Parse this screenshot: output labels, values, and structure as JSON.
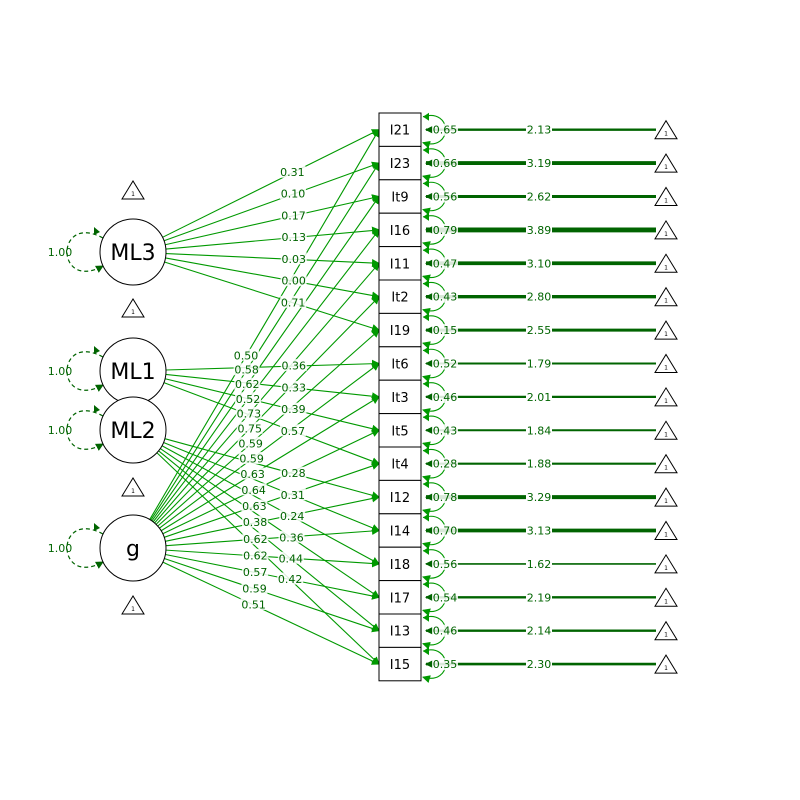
{
  "colors": {
    "path": "#009900",
    "dark": "#006400",
    "node_stroke": "#000000",
    "background": "#ffffff"
  },
  "triangle_label": "1",
  "latents": [
    {
      "id": "ML3",
      "label": "ML3",
      "variance": "1.00"
    },
    {
      "id": "ML1",
      "label": "ML1",
      "variance": "1.00"
    },
    {
      "id": "ML2",
      "label": "ML2",
      "variance": "1.00"
    },
    {
      "id": "g",
      "label": "g",
      "variance": "1.00"
    }
  ],
  "items": [
    {
      "label": "I21",
      "residual": "0.65",
      "intercept": "2.13"
    },
    {
      "label": "I23",
      "residual": "0.66",
      "intercept": "3.19"
    },
    {
      "label": "It9",
      "residual": "0.56",
      "intercept": "2.62"
    },
    {
      "label": "I16",
      "residual": "0.79",
      "intercept": "3.89"
    },
    {
      "label": "I11",
      "residual": "0.47",
      "intercept": "3.10"
    },
    {
      "label": "It2",
      "residual": "0.43",
      "intercept": "2.80"
    },
    {
      "label": "I19",
      "residual": "0.15",
      "intercept": "2.55"
    },
    {
      "label": "It6",
      "residual": "0.52",
      "intercept": "1.79"
    },
    {
      "label": "It3",
      "residual": "0.46",
      "intercept": "2.01"
    },
    {
      "label": "It5",
      "residual": "0.43",
      "intercept": "1.84"
    },
    {
      "label": "It4",
      "residual": "0.28",
      "intercept": "1.88"
    },
    {
      "label": "I12",
      "residual": "0.78",
      "intercept": "3.29"
    },
    {
      "label": "I14",
      "residual": "0.70",
      "intercept": "3.13"
    },
    {
      "label": "I18",
      "residual": "0.56",
      "intercept": "1.62"
    },
    {
      "label": "I17",
      "residual": "0.54",
      "intercept": "2.19"
    },
    {
      "label": "I13",
      "residual": "0.46",
      "intercept": "2.14"
    },
    {
      "label": "I15",
      "residual": "0.35",
      "intercept": "2.30"
    }
  ],
  "loadings": [
    {
      "from": "ML3",
      "to": "I21",
      "value": "0.31"
    },
    {
      "from": "ML3",
      "to": "I23",
      "value": "0.10"
    },
    {
      "from": "ML3",
      "to": "It9",
      "value": "0.17"
    },
    {
      "from": "ML3",
      "to": "I16",
      "value": "0.13"
    },
    {
      "from": "ML3",
      "to": "I11",
      "value": "0.03"
    },
    {
      "from": "ML3",
      "to": "It2",
      "value": "0.00"
    },
    {
      "from": "ML3",
      "to": "I19",
      "value": "0.71"
    },
    {
      "from": "ML1",
      "to": "It6",
      "value": "0.36"
    },
    {
      "from": "ML1",
      "to": "It3",
      "value": "0.33"
    },
    {
      "from": "ML1",
      "to": "It5",
      "value": "0.39"
    },
    {
      "from": "ML1",
      "to": "It4",
      "value": "0.57"
    },
    {
      "from": "ML2",
      "to": "I12",
      "value": "0.28"
    },
    {
      "from": "ML2",
      "to": "I14",
      "value": "0.31"
    },
    {
      "from": "ML2",
      "to": "I18",
      "value": "0.24"
    },
    {
      "from": "ML2",
      "to": "I17",
      "value": "0.36"
    },
    {
      "from": "ML2",
      "to": "I13",
      "value": "0.44"
    },
    {
      "from": "ML2",
      "to": "I15",
      "value": "0.42"
    },
    {
      "from": "g",
      "to": "I21",
      "value": "0.50"
    },
    {
      "from": "g",
      "to": "I23",
      "value": "0.58"
    },
    {
      "from": "g",
      "to": "It9",
      "value": "0.62"
    },
    {
      "from": "g",
      "to": "I16",
      "value": "0.52"
    },
    {
      "from": "g",
      "to": "I11",
      "value": "0.73"
    },
    {
      "from": "g",
      "to": "It2",
      "value": "0.75"
    },
    {
      "from": "g",
      "to": "I19",
      "value": "0.59"
    },
    {
      "from": "g",
      "to": "It6",
      "value": "0.59"
    },
    {
      "from": "g",
      "to": "It3",
      "value": "0.63"
    },
    {
      "from": "g",
      "to": "It5",
      "value": "0.64"
    },
    {
      "from": "g",
      "to": "It4",
      "value": "0.63"
    },
    {
      "from": "g",
      "to": "I12",
      "value": "0.38"
    },
    {
      "from": "g",
      "to": "I14",
      "value": "0.62"
    },
    {
      "from": "g",
      "to": "I18",
      "value": "0.62"
    },
    {
      "from": "g",
      "to": "I17",
      "value": "0.57"
    },
    {
      "from": "g",
      "to": "I13",
      "value": "0.59"
    },
    {
      "from": "g",
      "to": "I15",
      "value": "0.51"
    }
  ]
}
